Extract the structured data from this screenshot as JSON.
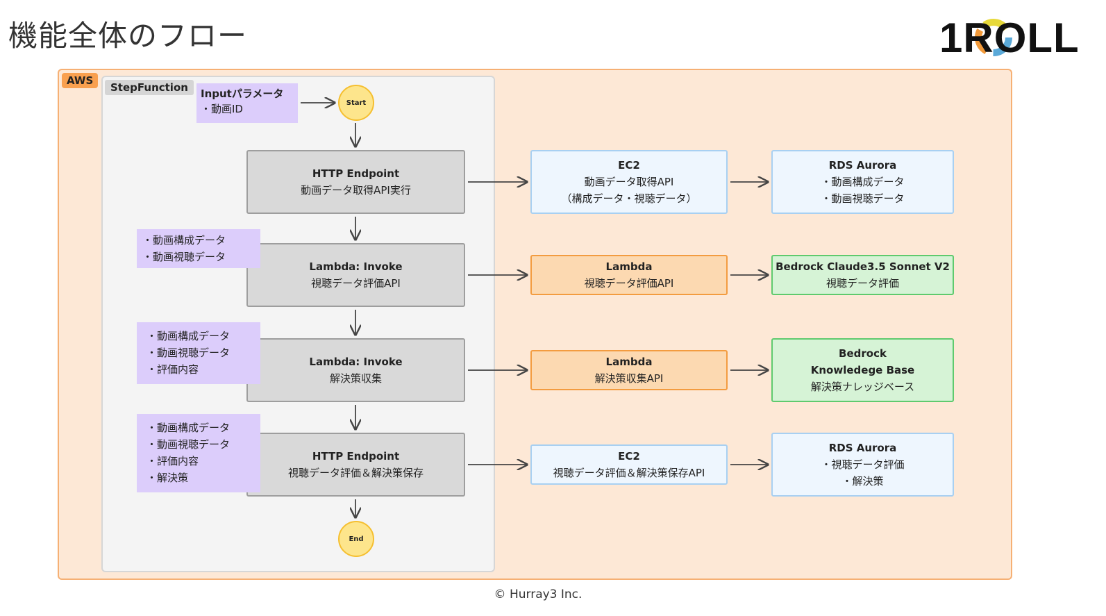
{
  "title": "機能全体のフロー",
  "logo": {
    "text": "1ROLL"
  },
  "aws_label": "AWS",
  "stepfunction_label": "StepFunction",
  "input_param": {
    "title": "Inputパラメータ",
    "items": [
      "・動画ID"
    ]
  },
  "start_label": "Start",
  "end_label": "End",
  "steps": [
    {
      "title": "HTTP Endpoint",
      "subtitle": "動画データ取得API実行"
    },
    {
      "title": "Lambda: Invoke",
      "subtitle": "視聴データ評価API"
    },
    {
      "title": "Lambda: Invoke",
      "subtitle": "解決策収集"
    },
    {
      "title": "HTTP Endpoint",
      "subtitle": "視聴データ評価＆解決策保存"
    }
  ],
  "step_inputs": [
    [
      "・動画構成データ",
      "・動画視聴データ"
    ],
    [
      "・動画構成データ",
      "・動画視聴データ",
      "・評価内容"
    ],
    [
      "・動画構成データ",
      "・動画視聴データ",
      "・評価内容",
      "・解決策"
    ]
  ],
  "services": [
    {
      "title": "EC2",
      "lines": [
        "動画データ取得API",
        "（構成データ・視聴データ）"
      ]
    },
    {
      "title": "Lambda",
      "lines": [
        "視聴データ評価API"
      ]
    },
    {
      "title": "Lambda",
      "lines": [
        "解決策収集API"
      ]
    },
    {
      "title": "EC2",
      "lines": [
        "視聴データ評価＆解決策保存API"
      ]
    }
  ],
  "backends": [
    {
      "title": "RDS Aurora",
      "lines": [
        "・動画構成データ",
        "・動画視聴データ"
      ]
    },
    {
      "title": "Bedrock Claude3.5 Sonnet V2",
      "lines": [
        "視聴データ評価"
      ]
    },
    {
      "title": "Bedrock",
      "lines": [
        "Knowledege Base",
        "解決策ナレッジベース"
      ]
    },
    {
      "title": "RDS Aurora",
      "lines": [
        "・視聴データ評価",
        "・解決策"
      ]
    }
  ],
  "footer": "© Hurray3 Inc.",
  "colors": {
    "aws_region_fill": "#fde8d6",
    "aws_region_border": "#f6b074",
    "stepfunction_fill": "#f4f4f4",
    "step_node_fill": "#d9d9d9",
    "input_note_fill": "#dccdfb",
    "ec2_fill": "#eef6fe",
    "lambda_fill": "#fcd9b1",
    "bedrock_fill": "#d6f3d6",
    "start_end_fill": "#fde58c"
  }
}
